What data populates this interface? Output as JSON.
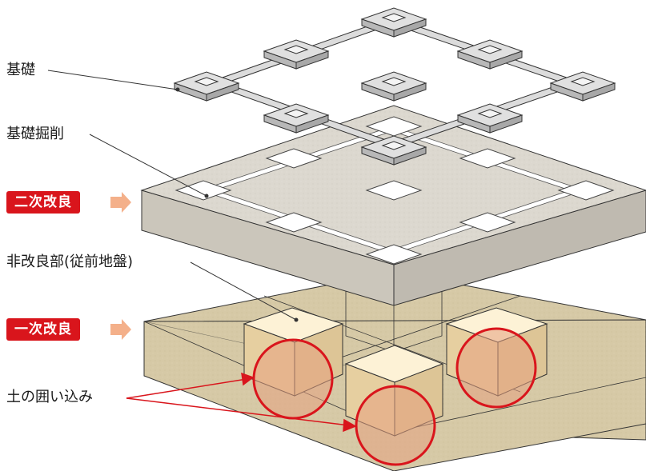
{
  "labels": {
    "foundation": "基礎",
    "foundation_excavation": "基礎掘削",
    "secondary_improvement": "二次改良",
    "unimproved_part": "非改良部(従前地盤)",
    "primary_improvement": "一次改良",
    "soil_enclosure": "土の囲い込み"
  },
  "colors": {
    "accent_red": "#d9151c",
    "arrow_peach": "#f4b08a",
    "upper_slab": "#dcd8cf",
    "lower_slab": "#d6c9a6",
    "column_top": "#fdf2d6",
    "circle_fill": "#e6a080",
    "footing": "#d8d8d8"
  }
}
